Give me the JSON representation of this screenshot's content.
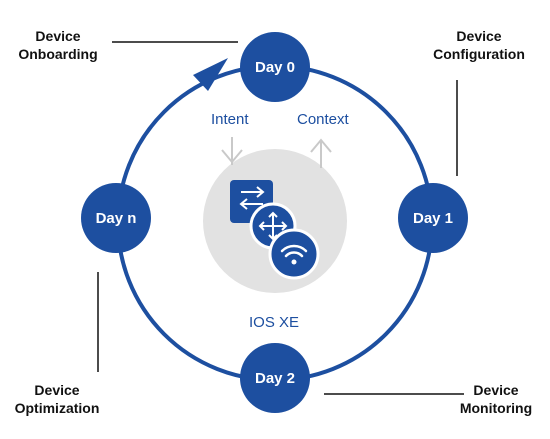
{
  "colors": {
    "primary": "#1d4fa0",
    "hub": "#e2e2e2",
    "arrow_gray": "#c9c9c9",
    "text": "#111111",
    "white": "#ffffff"
  },
  "nodes": {
    "day0": "Day 0",
    "day1": "Day 1",
    "day2": "Day 2",
    "dayn": "Day n"
  },
  "labels": {
    "onboarding": {
      "line1": "Device",
      "line2": "Onboarding"
    },
    "configuration": {
      "line1": "Device",
      "line2": "Configuration"
    },
    "monitoring": {
      "line1": "Device",
      "line2": "Monitoring"
    },
    "optimization": {
      "line1": "Device",
      "line2": "Optimization"
    }
  },
  "hub": {
    "intent": "Intent",
    "context": "Context",
    "os": "IOS XE",
    "icons": [
      "switch-icon",
      "router-icon",
      "wifi-icon"
    ]
  }
}
